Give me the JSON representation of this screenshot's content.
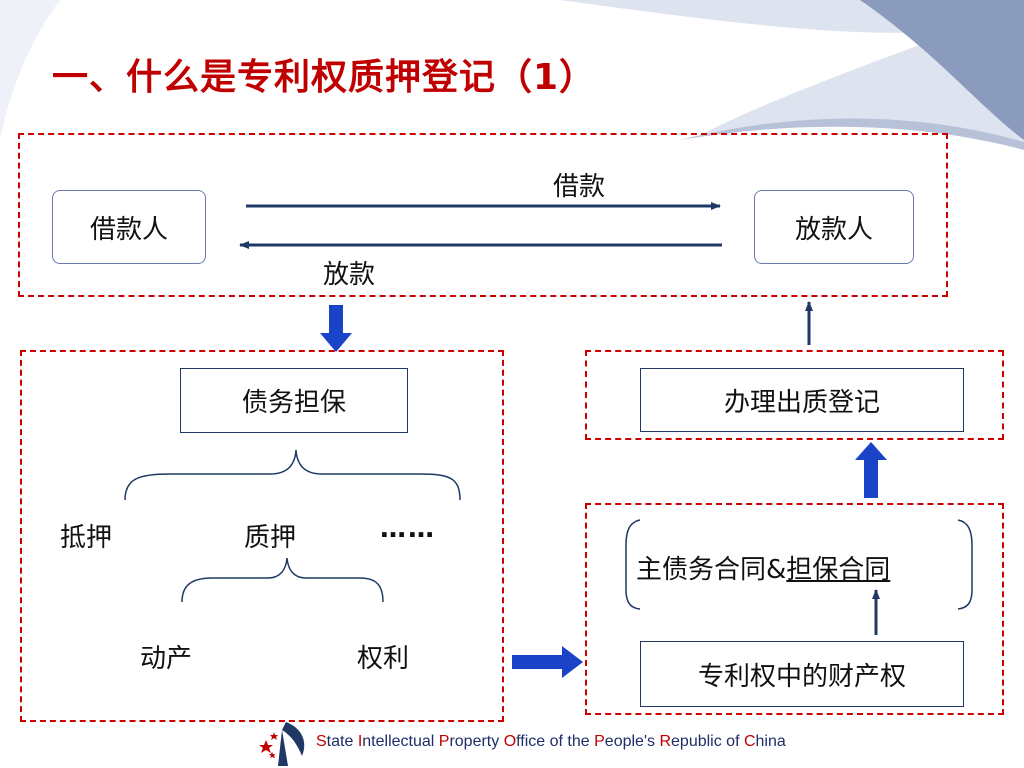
{
  "title": "一、什么是专利权质押登记（1）",
  "top_section": {
    "borrower": "借款人",
    "lender": "放款人",
    "arrow_borrow_label": "借款",
    "arrow_lend_label": "放款"
  },
  "left_section": {
    "debt_guarantee": "债务担保",
    "mortgage": "抵押",
    "pledge": "质押",
    "ellipsis": "……",
    "movable_property": "动产",
    "rights": "权利"
  },
  "right_section": {
    "register_pledge": "办理出质登记",
    "contract_main": "主债务合同&",
    "contract_guarantee": "担保合同",
    "patent_property": "专利权中的财产权"
  },
  "footer": {
    "logo_icon": "sipo-logo-icon",
    "words": [
      {
        "cap": "S",
        "rest": "tate "
      },
      {
        "cap": "I",
        "rest": "ntellectual "
      },
      {
        "cap": "P",
        "rest": "roperty "
      },
      {
        "cap": "O",
        "rest": "ffice of the "
      },
      {
        "cap": "P",
        "rest": "eople's "
      },
      {
        "cap": "R",
        "rest": "epublic of "
      },
      {
        "cap": "C",
        "rest": "hina"
      }
    ]
  },
  "colors": {
    "title": "#c00000",
    "dashed_border": "#cc0000",
    "dark_arrow": "#1f3864",
    "blue_arrow": "#1a43c8",
    "swoosh": "#8a9bbd"
  }
}
